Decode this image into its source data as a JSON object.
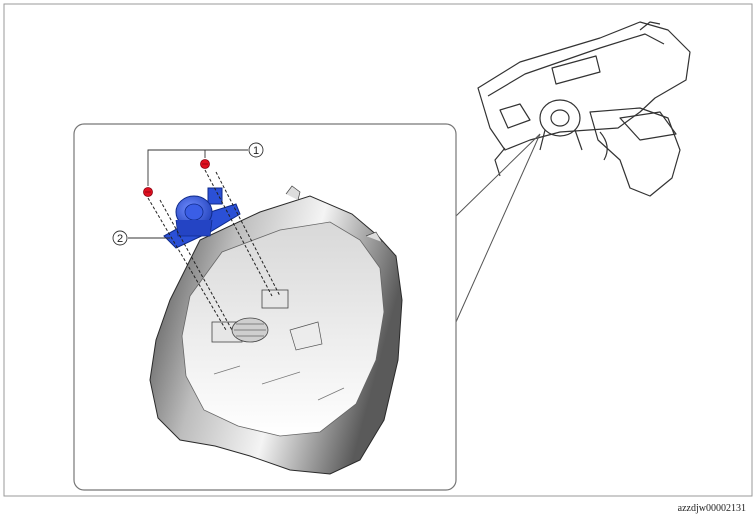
{
  "figure": {
    "figure_code": "azzdjw00002131",
    "callouts": [
      {
        "number": "1",
        "part": "screw"
      },
      {
        "number": "2",
        "part": "speaker-unit"
      }
    ],
    "colors": {
      "outline": "#555555",
      "highlight_part": "#2b50d6",
      "screw": "#e01020",
      "cover_dark": "#4a4a4a",
      "cover_light": "#f2f2f2"
    }
  }
}
